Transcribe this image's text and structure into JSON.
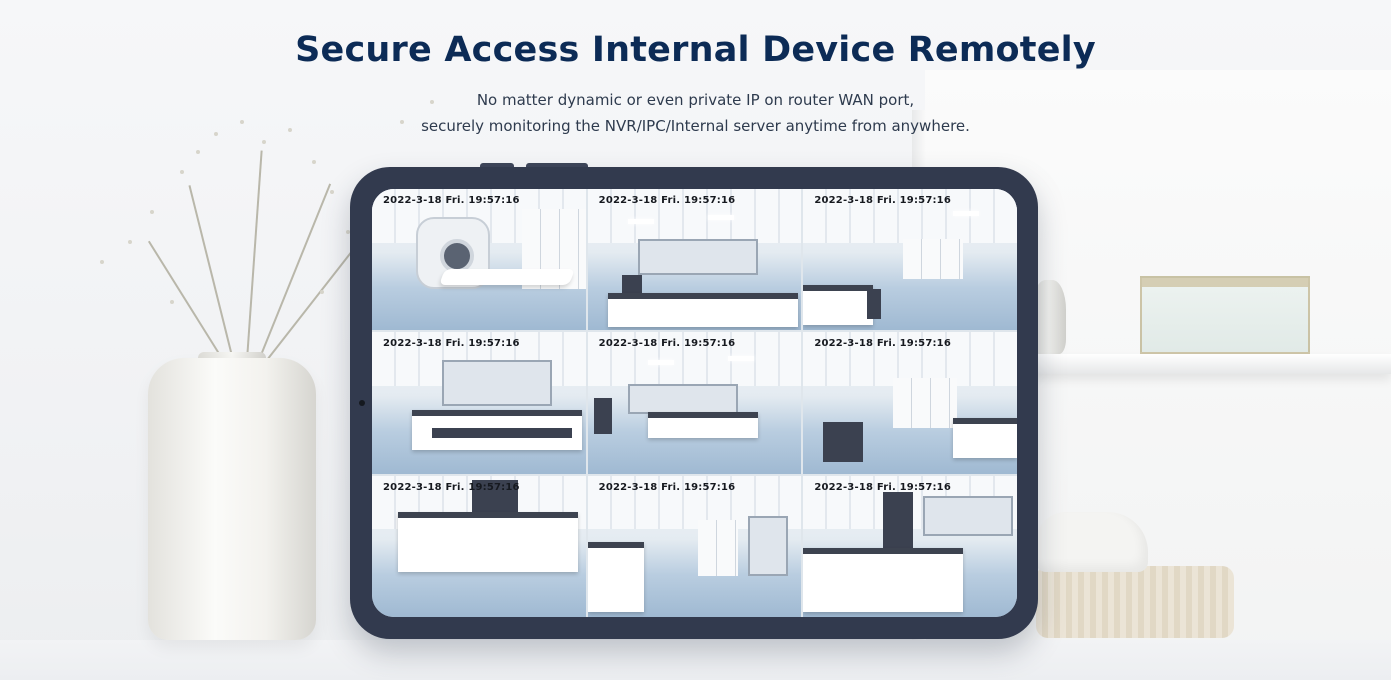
{
  "header": {
    "title": "Secure Access Internal Device Remotely",
    "subtitle_line1": "No matter dynamic or even private IP on router WAN port,",
    "subtitle_line2": "securely monitoring the NVR/IPC/Internal server anytime from anywhere."
  },
  "tablet": {
    "cameras": [
      {
        "timestamp": "2022-3-18 Fri. 19:57:16",
        "scene": "ct-scanner-room"
      },
      {
        "timestamp": "2022-3-18 Fri. 19:57:16",
        "scene": "lab-fume-hoods"
      },
      {
        "timestamp": "2022-3-18 Fri. 19:57:16",
        "scene": "lab-corridor"
      },
      {
        "timestamp": "2022-3-18 Fri. 19:57:16",
        "scene": "lab-island-bench"
      },
      {
        "timestamp": "2022-3-18 Fri. 19:57:16",
        "scene": "lab-wide-view"
      },
      {
        "timestamp": "2022-3-18 Fri. 19:57:16",
        "scene": "lab-doors-chairs"
      },
      {
        "timestamp": "2022-3-18 Fri. 19:57:16",
        "scene": "lab-sink-bench"
      },
      {
        "timestamp": "2022-3-18 Fri. 19:57:16",
        "scene": "lab-equipment-room"
      },
      {
        "timestamp": "2022-3-18 Fri. 19:57:16",
        "scene": "lab-reagent-bench"
      }
    ]
  },
  "colors": {
    "title": "#0c2b56",
    "subtitle": "#2e3b4e",
    "tablet_frame": "#323a4e",
    "timestamp": "#16191f"
  }
}
